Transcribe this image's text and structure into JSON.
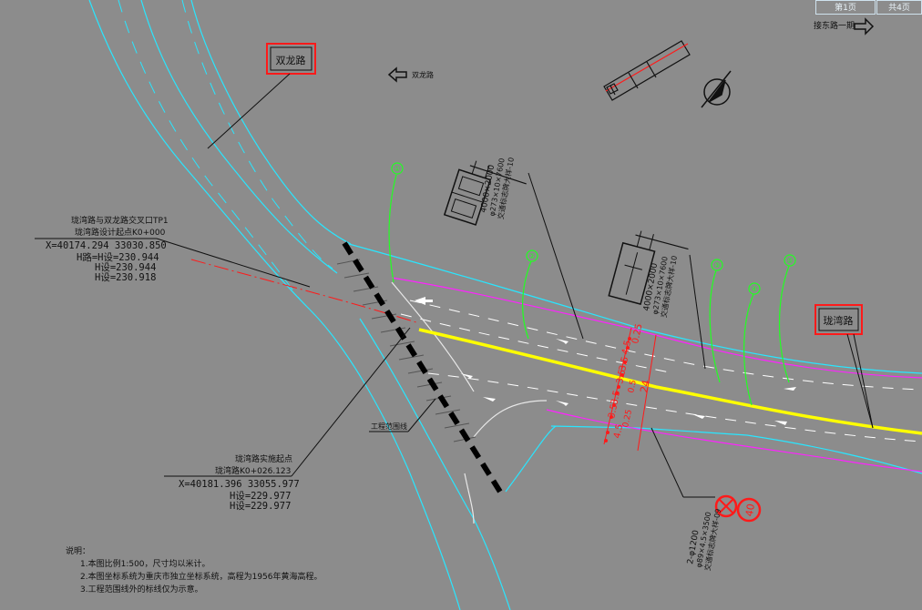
{
  "header": {
    "page_current": "第1页",
    "page_total": "共4页",
    "next_link": "接东路一期"
  },
  "road_names": {
    "shuanglong_box": "双龙路",
    "shuanglong_arrow": "双龙路",
    "longwan_box": "珑湾路"
  },
  "intersection_point": {
    "line1": "珑湾路与双龙路交叉口TP1",
    "line2": "珑湾路设计起点K0+000",
    "coords": "X=40174.294 33030.850",
    "h1": "H路=H设=230.944",
    "h2": "H设=230.944",
    "h3": "H设=230.918"
  },
  "start_point": {
    "line1": "珑湾路实施起点",
    "line2": "珑湾路K0+026.123",
    "coords": "X=40181.396 33055.977",
    "h1": "H设=229.977",
    "h2": "H设=229.977"
  },
  "boundary_label": "工程范围线",
  "signs": {
    "sign1_dims": "4000×2000",
    "sign1_line2": "φ273×10×7600",
    "sign1_line3": "交通标志牌大样-10",
    "sign2_dims": "4000×2000",
    "sign2_line2": "φ273×10×7600",
    "sign2_line3": "交通标志牌大样-10",
    "sign3_line1": "2-φ1200",
    "sign3_line2": "φ89×4.5×3500",
    "sign3_line3": "交通标志牌大样-09",
    "speed_limit": "40"
  },
  "callouts": [
    "①",
    "②",
    "③",
    "④",
    "⑤"
  ],
  "dimensions": {
    "total": "24",
    "segments": [
      "0.25",
      "4.5",
      "3.5",
      "3.5",
      "0.5",
      "3.5",
      "3.5",
      "4.5",
      "0.25"
    ]
  },
  "notes": {
    "title": "说明：",
    "items": [
      "1.本图比例1:500，尺寸均以米计。",
      "2.本图坐标系统为重庆市独立坐标系统，高程为1956年黄海高程。",
      "3.工程范围线外的标线仅为示意。"
    ]
  },
  "colors": {
    "background": "#8c8c8c",
    "road_edge": "#29e6ff",
    "boundary": "#ff22ff",
    "centerline": "#ffff00",
    "callout": "#22ff22",
    "dimension": "#ff1a1a",
    "marking": "#ffffff"
  }
}
